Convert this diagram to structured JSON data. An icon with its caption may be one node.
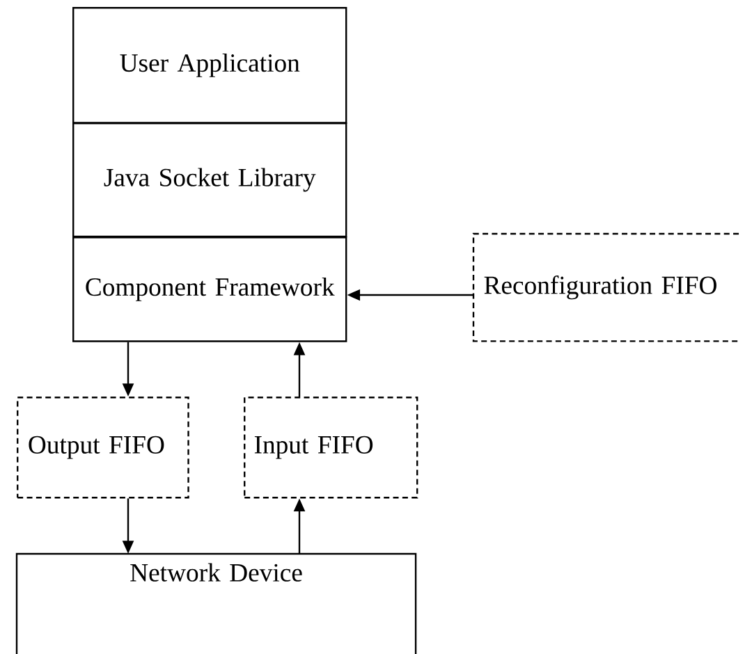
{
  "diagram": {
    "nodes": [
      {
        "text": [
          "User Application"
        ]
      },
      {
        "text": [
          "Java Socket Library"
        ]
      },
      {
        "text": [
          "Component Framework"
        ]
      },
      {
        "text": [
          "Reconfiguration FIFO"
        ]
      },
      {
        "text": [
          "Output FIFO"
        ]
      },
      {
        "text": [
          "Input FIFO"
        ]
      },
      {
        "text": [
          "Network Device"
        ]
      }
    ],
    "edges": [
      {
        "from": 3,
        "to": 2,
        "arrow": "to"
      },
      {
        "from": 2,
        "to": 4,
        "arrow": "to"
      },
      {
        "from": 5,
        "to": 2,
        "arrow": "to"
      },
      {
        "from": 4,
        "to": 6,
        "arrow": "to"
      },
      {
        "from": 6,
        "to": 5,
        "arrow": "to"
      }
    ]
  }
}
